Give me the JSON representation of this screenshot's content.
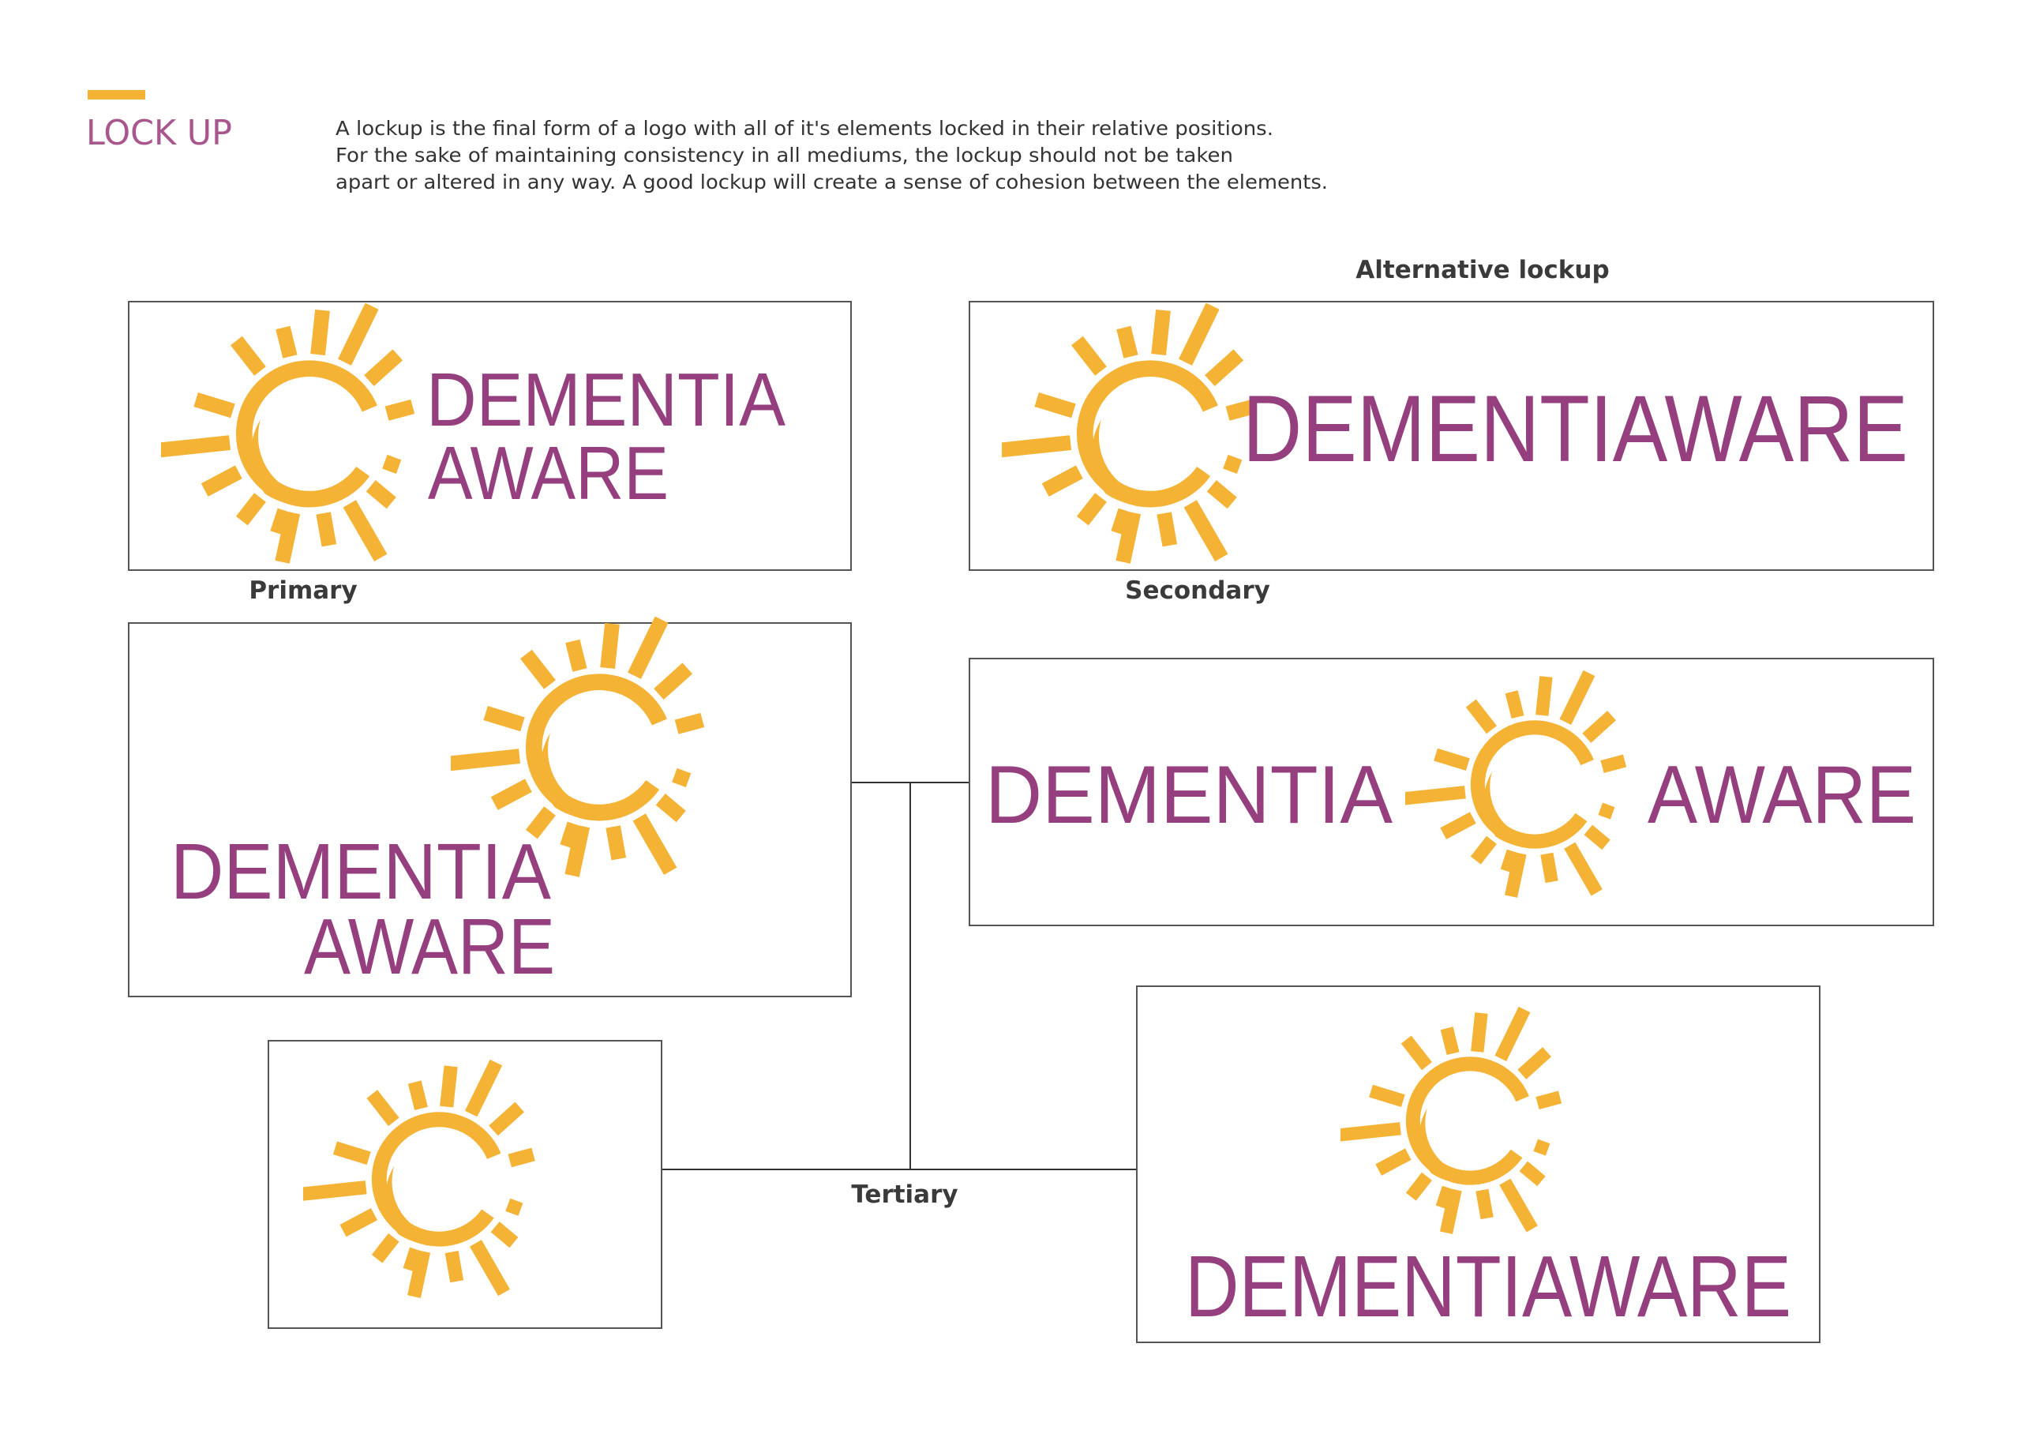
{
  "header": {
    "title": "LOCK UP",
    "description": [
      "A lockup is the final form of a logo with all of it's elements locked in their relative positions.",
      "For the sake of maintaining consistency in all mediums, the lockup should not be taken",
      "apart or altered in any way. A good lockup will create a sense of cohesion between the elements."
    ]
  },
  "labels": {
    "alternative": "Alternative lockup",
    "primary": "Primary",
    "secondary": "Secondary",
    "tertiary": "Tertiary"
  },
  "logo": {
    "word1": "DEMENTIA",
    "word2": "AWARE",
    "combined": "DEMENTIAWARE",
    "icon": "sun-icon"
  },
  "colors": {
    "accent_orange": "#f5b335",
    "brand_purple": "#953f7f",
    "title_pink": "#a9568f"
  }
}
